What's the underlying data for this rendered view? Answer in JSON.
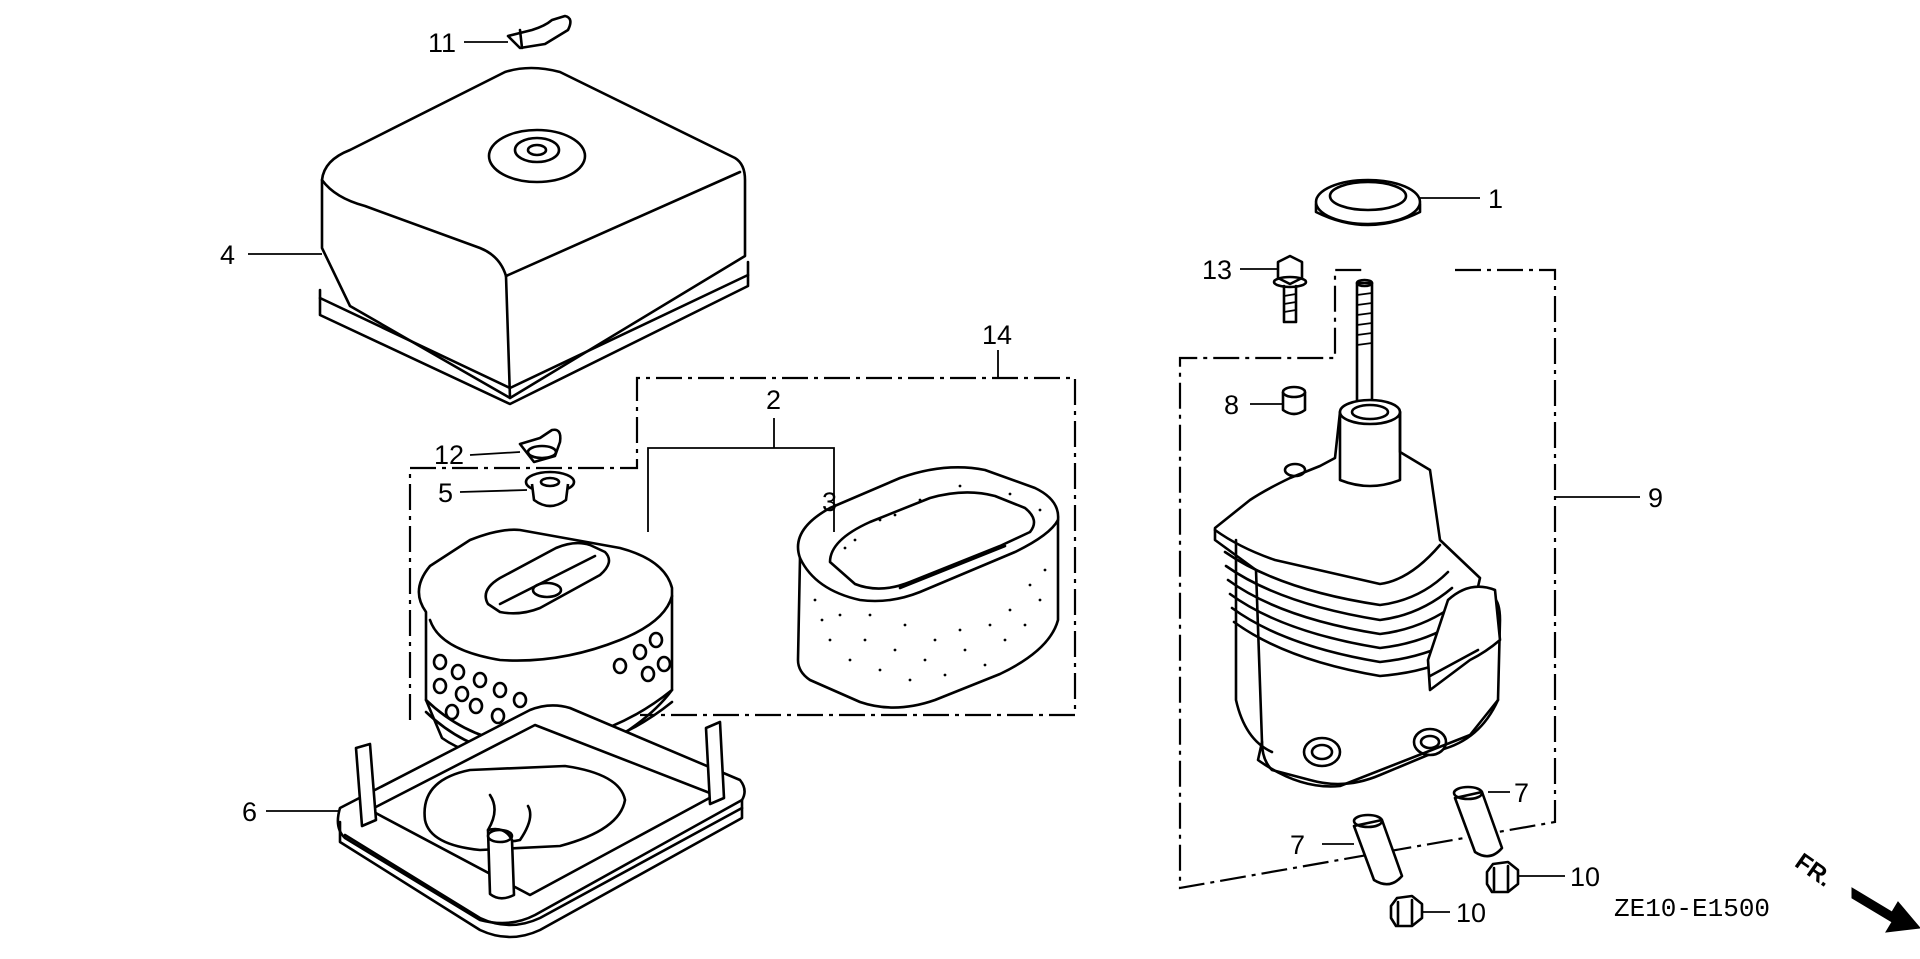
{
  "diagram": {
    "code": "ZE10-E1500",
    "direction_label": "FR.",
    "callouts": {
      "c1": "1",
      "c2": "2",
      "c3": "3",
      "c4": "4",
      "c5": "5",
      "c6": "6",
      "c7a": "7",
      "c7b": "7",
      "c8": "8",
      "c9": "9",
      "c10a": "10",
      "c10b": "10",
      "c11": "11",
      "c12": "12",
      "c13": "13",
      "c14": "14"
    }
  }
}
